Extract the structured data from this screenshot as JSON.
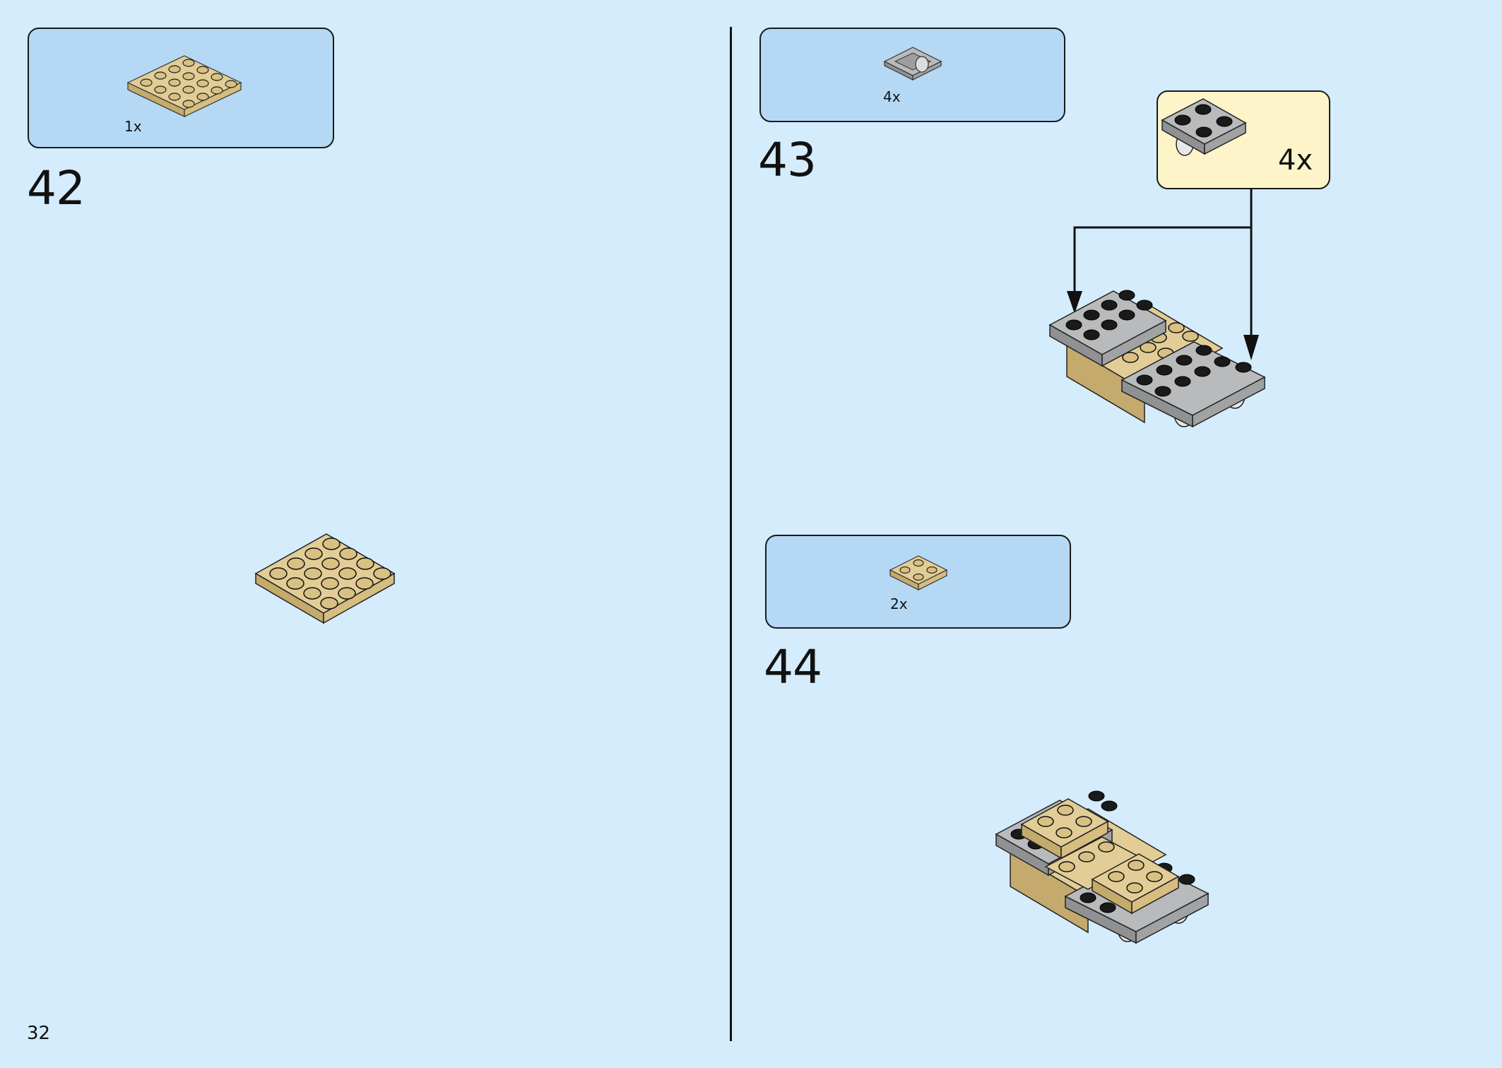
{
  "page": {
    "number": "32"
  },
  "colors": {
    "background": "#d4ecfb",
    "parts_box": "#b5d9f5",
    "callout": "#fdf5c9",
    "tan": "#dcc48b",
    "gray": "#a7a9ab",
    "stud_black": "#1a1a1a"
  },
  "steps": [
    {
      "number": "42",
      "parts": [
        {
          "qty": "1x",
          "icon": "tan-plate-4x4-icon"
        }
      ]
    },
    {
      "number": "43",
      "parts": [
        {
          "qty": "4x",
          "icon": "gray-wheel-holder-icon"
        }
      ],
      "callout": {
        "qty": "4x",
        "icon": "gray-plate-with-wheel-icon"
      }
    },
    {
      "number": "44",
      "parts": [
        {
          "qty": "2x",
          "icon": "tan-plate-2x2-icon"
        }
      ]
    }
  ]
}
